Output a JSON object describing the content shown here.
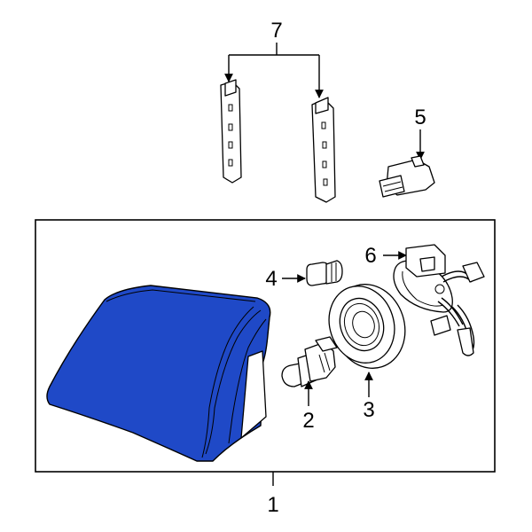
{
  "diagram": {
    "callouts": {
      "c1": "1",
      "c2": "2",
      "c3": "3",
      "c4": "4",
      "c5": "5",
      "c6": "6",
      "c7": "7"
    },
    "colors": {
      "highlight_fill": "#1f49c7",
      "line": "#000000",
      "background": "#ffffff"
    }
  }
}
